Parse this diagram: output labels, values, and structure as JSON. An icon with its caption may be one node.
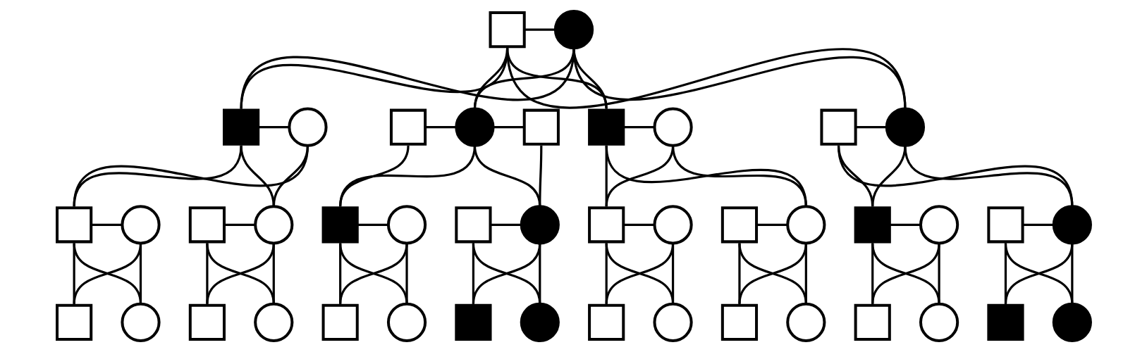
{
  "diagram": {
    "nodes": [
      {
        "text": [],
        "shape": "box"
      },
      {
        "text": [],
        "shape": "circle"
      },
      {
        "text": [],
        "shape": "box"
      },
      {
        "text": [],
        "shape": "circle"
      },
      {
        "text": [],
        "shape": "box"
      },
      {
        "text": [],
        "shape": "circle"
      },
      {
        "text": [],
        "shape": "box"
      },
      {
        "text": [],
        "shape": "box"
      },
      {
        "text": [],
        "shape": "circle"
      },
      {
        "text": [],
        "shape": "box"
      },
      {
        "text": [],
        "shape": "circle"
      },
      {
        "text": [],
        "shape": "box"
      },
      {
        "text": [],
        "shape": "circle"
      },
      {
        "text": [],
        "shape": "box"
      },
      {
        "text": [],
        "shape": "circle"
      },
      {
        "text": [],
        "shape": "box"
      },
      {
        "text": [],
        "shape": "circle"
      },
      {
        "text": [],
        "shape": "box"
      },
      {
        "text": [],
        "shape": "circle"
      },
      {
        "text": [],
        "shape": "box"
      },
      {
        "text": [],
        "shape": "circle"
      },
      {
        "text": [],
        "shape": "box"
      },
      {
        "text": [],
        "shape": "circle"
      },
      {
        "text": [],
        "shape": "box"
      },
      {
        "text": [],
        "shape": "circle"
      },
      {
        "text": [],
        "shape": "box"
      },
      {
        "text": [],
        "shape": "circle"
      },
      {
        "text": [],
        "shape": "box"
      },
      {
        "text": [],
        "shape": "circle"
      },
      {
        "text": [],
        "shape": "box"
      },
      {
        "text": [],
        "shape": "circle"
      },
      {
        "text": [],
        "shape": "box"
      },
      {
        "text": [],
        "shape": "circle"
      },
      {
        "text": [],
        "shape": "box"
      },
      {
        "text": [],
        "shape": "circle"
      },
      {
        "text": [],
        "shape": "box"
      },
      {
        "text": [],
        "shape": "circle"
      },
      {
        "text": [],
        "shape": "box"
      },
      {
        "text": [],
        "shape": "circle"
      },
      {
        "text": [],
        "shape": "box"
      },
      {
        "text": [],
        "shape": "circle"
      },
      {
        "text": [],
        "shape": "box"
      },
      {
        "text": [],
        "shape": "circle"
      }
    ],
    "edges": [
      {
        "from": 0,
        "to": 1,
        "arrow": "none"
      },
      {
        "from": 0,
        "to": 2,
        "arrow": "none"
      },
      {
        "from": 1,
        "to": 2,
        "arrow": "none"
      },
      {
        "from": 0,
        "to": 5,
        "arrow": "none"
      },
      {
        "from": 1,
        "to": 5,
        "arrow": "none"
      },
      {
        "from": 0,
        "to": 7,
        "arrow": "none"
      },
      {
        "from": 1,
        "to": 7,
        "arrow": "none"
      },
      {
        "from": 0,
        "to": 10,
        "arrow": "none"
      },
      {
        "from": 1,
        "to": 10,
        "arrow": "none"
      },
      {
        "from": 2,
        "to": 3,
        "arrow": "none"
      },
      {
        "from": 4,
        "to": 5,
        "arrow": "none"
      },
      {
        "from": 5,
        "to": 6,
        "arrow": "none"
      },
      {
        "from": 7,
        "to": 8,
        "arrow": "none"
      },
      {
        "from": 9,
        "to": 10,
        "arrow": "none"
      },
      {
        "from": 2,
        "to": 11,
        "arrow": "none"
      },
      {
        "from": 3,
        "to": 11,
        "arrow": "none"
      },
      {
        "from": 2,
        "to": 14,
        "arrow": "none"
      },
      {
        "from": 3,
        "to": 14,
        "arrow": "none"
      },
      {
        "from": 4,
        "to": 15,
        "arrow": "none"
      },
      {
        "from": 5,
        "to": 15,
        "arrow": "none"
      },
      {
        "from": 5,
        "to": 18,
        "arrow": "none"
      },
      {
        "from": 6,
        "to": 18,
        "arrow": "none"
      },
      {
        "from": 7,
        "to": 19,
        "arrow": "none"
      },
      {
        "from": 8,
        "to": 19,
        "arrow": "none"
      },
      {
        "from": 7,
        "to": 22,
        "arrow": "none"
      },
      {
        "from": 8,
        "to": 22,
        "arrow": "none"
      },
      {
        "from": 9,
        "to": 23,
        "arrow": "none"
      },
      {
        "from": 10,
        "to": 23,
        "arrow": "none"
      },
      {
        "from": 9,
        "to": 26,
        "arrow": "none"
      },
      {
        "from": 10,
        "to": 26,
        "arrow": "none"
      },
      {
        "from": 11,
        "to": 12,
        "arrow": "none"
      },
      {
        "from": 13,
        "to": 14,
        "arrow": "none"
      },
      {
        "from": 15,
        "to": 16,
        "arrow": "none"
      },
      {
        "from": 17,
        "to": 18,
        "arrow": "none"
      },
      {
        "from": 19,
        "to": 20,
        "arrow": "none"
      },
      {
        "from": 21,
        "to": 22,
        "arrow": "none"
      },
      {
        "from": 23,
        "to": 24,
        "arrow": "none"
      },
      {
        "from": 25,
        "to": 26,
        "arrow": "none"
      },
      {
        "from": 11,
        "to": 27,
        "arrow": "none"
      },
      {
        "from": 12,
        "to": 27,
        "arrow": "none"
      },
      {
        "from": 11,
        "to": 28,
        "arrow": "none"
      },
      {
        "from": 12,
        "to": 28,
        "arrow": "none"
      },
      {
        "from": 13,
        "to": 29,
        "arrow": "none"
      },
      {
        "from": 14,
        "to": 29,
        "arrow": "none"
      },
      {
        "from": 13,
        "to": 30,
        "arrow": "none"
      },
      {
        "from": 14,
        "to": 30,
        "arrow": "none"
      },
      {
        "from": 15,
        "to": 31,
        "arrow": "none"
      },
      {
        "from": 16,
        "to": 31,
        "arrow": "none"
      },
      {
        "from": 15,
        "to": 32,
        "arrow": "none"
      },
      {
        "from": 16,
        "to": 32,
        "arrow": "none"
      },
      {
        "from": 17,
        "to": 33,
        "arrow": "none"
      },
      {
        "from": 18,
        "to": 33,
        "arrow": "none"
      },
      {
        "from": 17,
        "to": 34,
        "arrow": "none"
      },
      {
        "from": 18,
        "to": 34,
        "arrow": "none"
      },
      {
        "from": 19,
        "to": 35,
        "arrow": "none"
      },
      {
        "from": 20,
        "to": 35,
        "arrow": "none"
      },
      {
        "from": 19,
        "to": 36,
        "arrow": "none"
      },
      {
        "from": 20,
        "to": 36,
        "arrow": "none"
      },
      {
        "from": 21,
        "to": 37,
        "arrow": "none"
      },
      {
        "from": 22,
        "to": 37,
        "arrow": "none"
      },
      {
        "from": 21,
        "to": 38,
        "arrow": "none"
      },
      {
        "from": 22,
        "to": 38,
        "arrow": "none"
      },
      {
        "from": 23,
        "to": 39,
        "arrow": "none"
      },
      {
        "from": 24,
        "to": 39,
        "arrow": "none"
      },
      {
        "from": 23,
        "to": 40,
        "arrow": "none"
      },
      {
        "from": 24,
        "to": 40,
        "arrow": "none"
      },
      {
        "from": 25,
        "to": 41,
        "arrow": "none"
      },
      {
        "from": 26,
        "to": 41,
        "arrow": "none"
      },
      {
        "from": 25,
        "to": 42,
        "arrow": "none"
      },
      {
        "from": 26,
        "to": 42,
        "arrow": "none"
      }
    ]
  }
}
